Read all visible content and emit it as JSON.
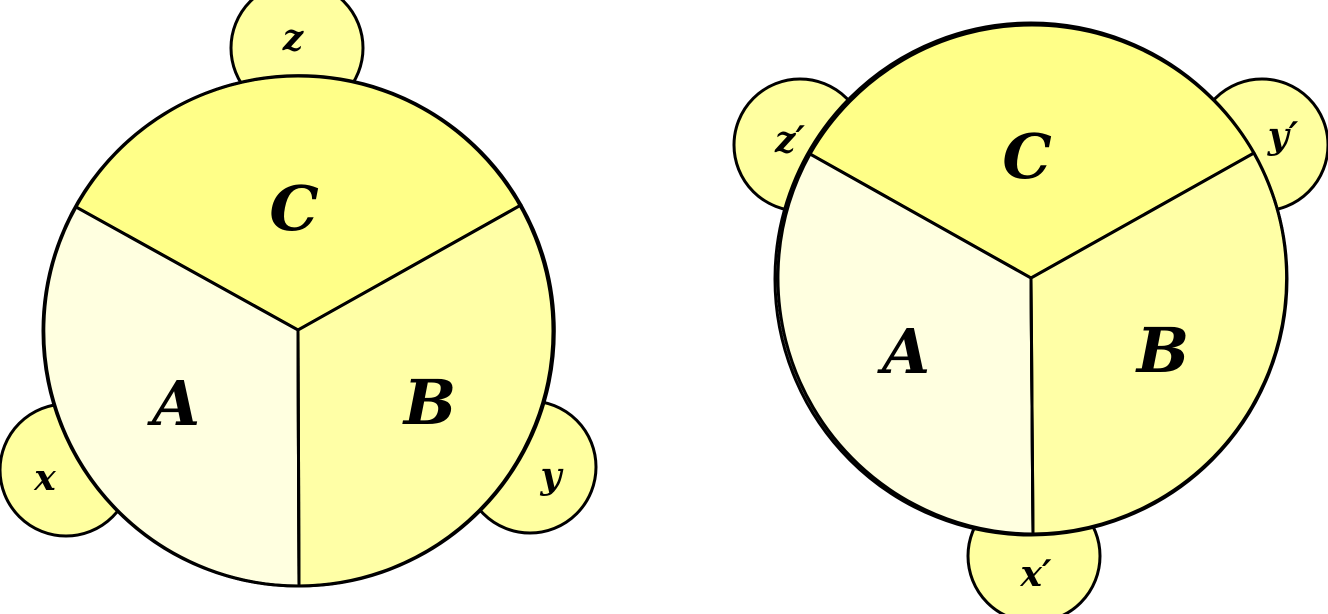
{
  "diagram_1": {
    "regions": {
      "C": "C",
      "A": "A",
      "B": "B"
    },
    "satellites": {
      "z": "z",
      "x": "x",
      "y": "y"
    }
  },
  "diagram_2": {
    "regions": {
      "C": "C",
      "A": "A",
      "B": "B"
    },
    "satellites": {
      "z": "z′",
      "y": "y′",
      "x": "x′"
    }
  },
  "colors": {
    "region_C": "#ffff88",
    "region_A": "#ffffe0",
    "region_B": "#ffffa6",
    "satellite": "#ffffa0",
    "stroke": "#000000"
  }
}
